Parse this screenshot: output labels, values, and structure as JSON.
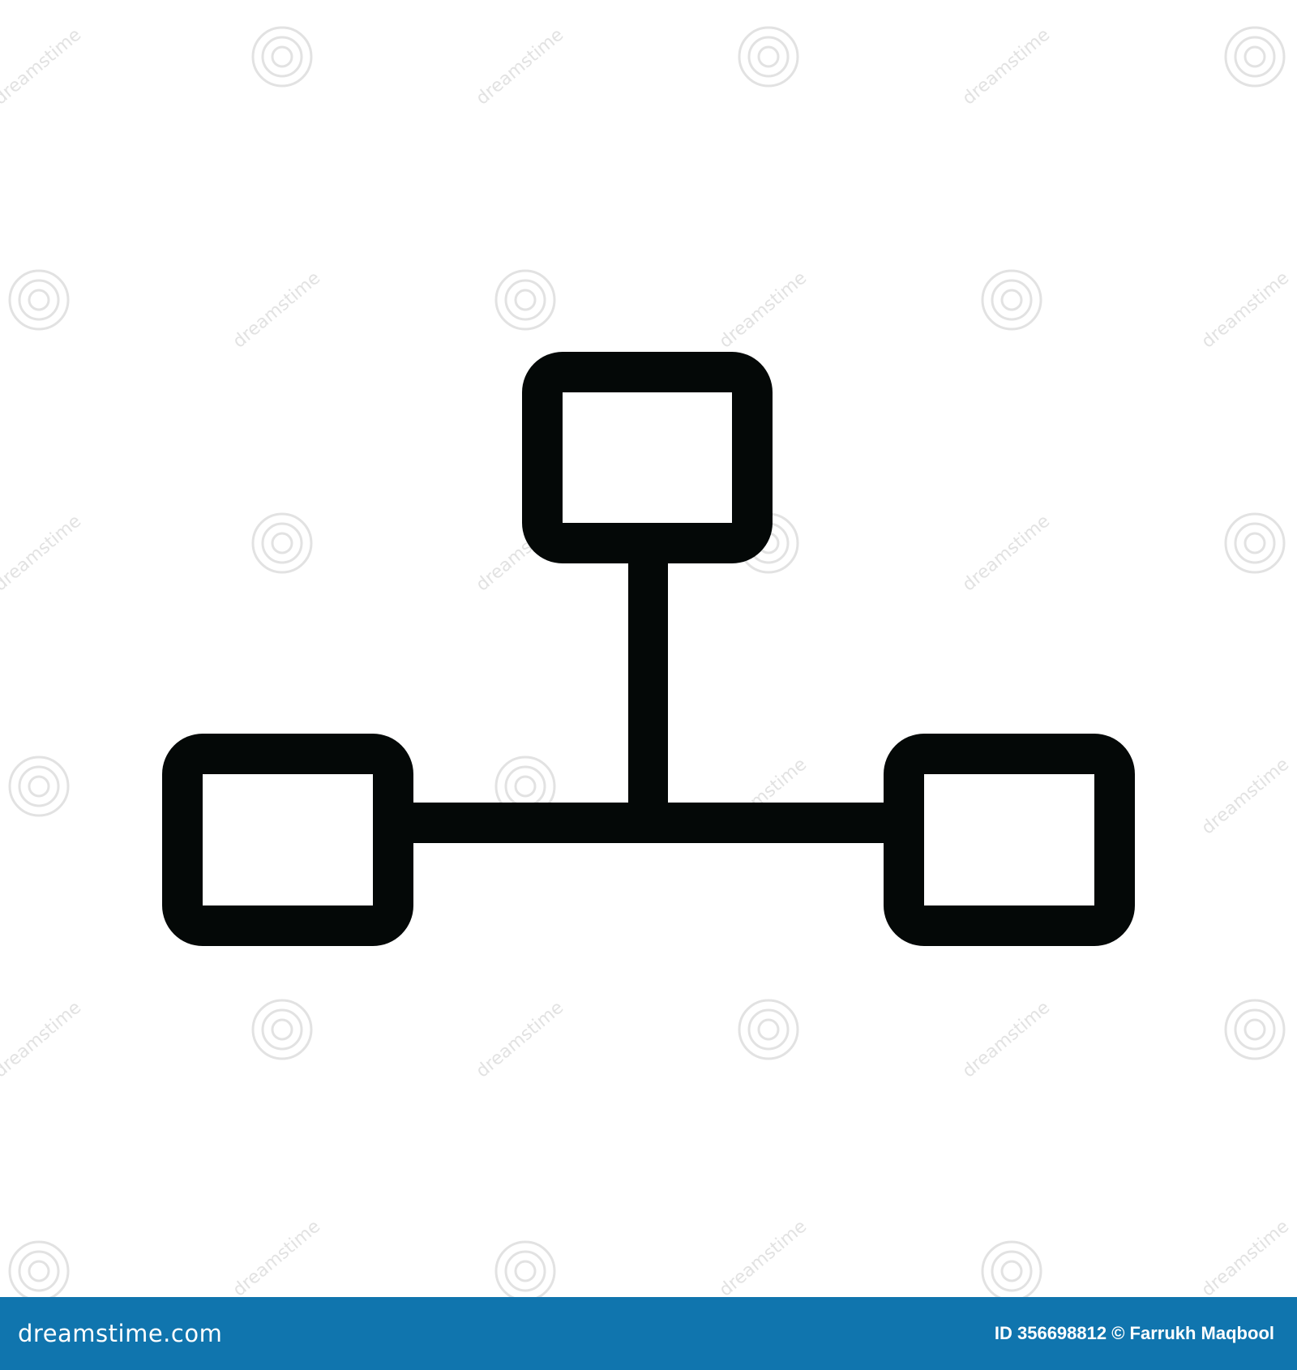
{
  "icon": {
    "name": "network-hierarchy-icon",
    "stroke_color": "#040807",
    "fill_color": "#ffffff"
  },
  "watermark": {
    "text": "dreamstime",
    "color": "#e2e2e2"
  },
  "footer": {
    "brand": "dreamstime.com",
    "credit": "ID 356698812 © Farrukh Maqbool",
    "background_color": "#1075ae",
    "text_color": "#ffffff"
  }
}
